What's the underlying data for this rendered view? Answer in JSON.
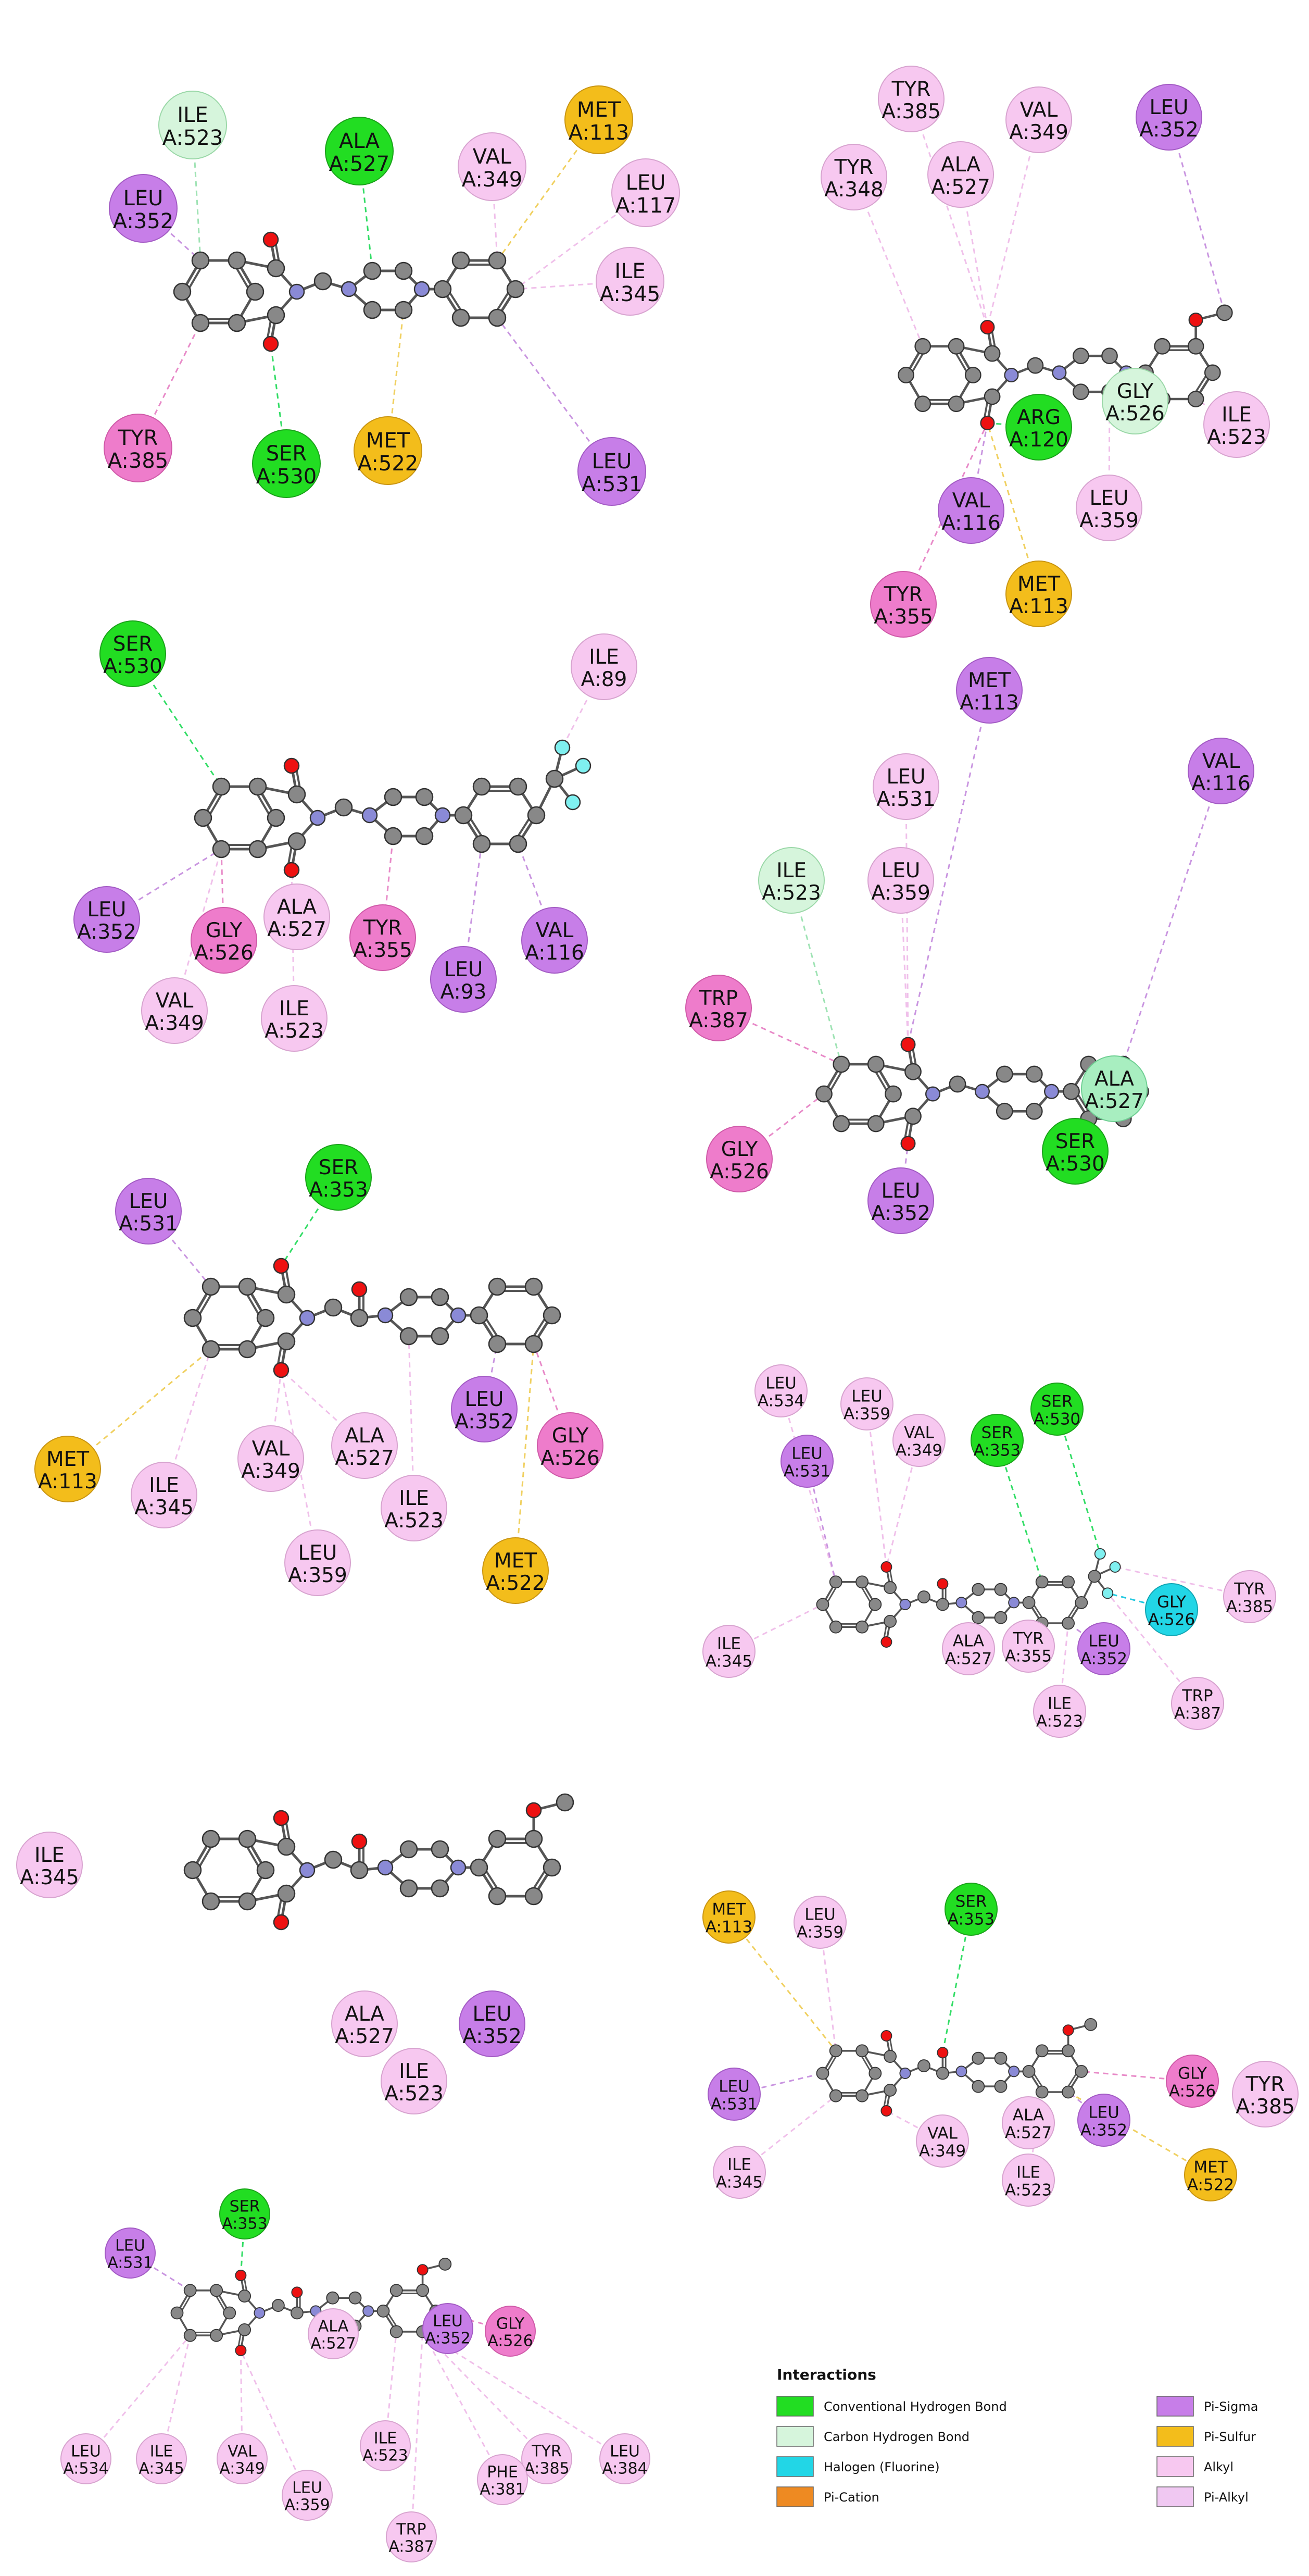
{
  "colors": {
    "Conventional Hydrogen Bond": "#22dd22",
    "Carbon Hydrogen Bond": "#d6f5dc",
    "Halogen (Fluorine)": "#22d6e6",
    "Pi-Cation": "#ee8a22",
    "Pi-Sigma": "#c77ee8",
    "Pi-Sulfur": "#f3bd1b",
    "Alkyl": "#f7c8f0",
    "Pi-Alkyl": "#f0a0e6",
    "Pi-Alkyl-strong": "#ee7ccb"
  },
  "legend": {
    "title": "Interactions",
    "items": [
      {
        "label": "Conventional Hydrogen Bond",
        "color": "#22dd22"
      },
      {
        "label": "Carbon Hydrogen Bond",
        "color": "#d6f5dc"
      },
      {
        "label": "Halogen (Fluorine)",
        "color": "#22d6e6"
      },
      {
        "label": "Pi-Cation",
        "color": "#ee8a22"
      },
      {
        "label": "Pi-Sigma",
        "color": "#c77ee8"
      },
      {
        "label": "Pi-Sulfur",
        "color": "#f3bd1b"
      },
      {
        "label": "Alkyl",
        "color": "#f7c8f0"
      },
      {
        "label": "Pi-Alkyl",
        "color": "#f0c8f2"
      }
    ]
  },
  "panels": [
    {
      "residues": [
        {
          "l1": "ILE",
          "l2": "A:523",
          "type": "chb"
        },
        {
          "l1": "ALA",
          "l2": "A:527",
          "type": "hb"
        },
        {
          "l1": "VAL",
          "l2": "A:349",
          "type": "alkyl"
        },
        {
          "l1": "MET",
          "l2": "A:113",
          "type": "sulfur"
        },
        {
          "l1": "LEU",
          "l2": "A:117",
          "type": "alkyl"
        },
        {
          "l1": "LEU",
          "l2": "A:352",
          "type": "sigma"
        },
        {
          "l1": "ILE",
          "l2": "A:345",
          "type": "alkyl"
        },
        {
          "l1": "TYR",
          "l2": "A:385",
          "type": "pialkyl"
        },
        {
          "l1": "SER",
          "l2": "A:530",
          "type": "hb"
        },
        {
          "l1": "MET",
          "l2": "A:522",
          "type": "sulfur"
        },
        {
          "l1": "LEU",
          "l2": "A:531",
          "type": "sigma"
        }
      ]
    },
    {
      "residues": [
        {
          "l1": "TYR",
          "l2": "A:385",
          "type": "alkyl"
        },
        {
          "l1": "VAL",
          "l2": "A:349",
          "type": "alkyl"
        },
        {
          "l1": "LEU",
          "l2": "A:352",
          "type": "sigma"
        },
        {
          "l1": "TYR",
          "l2": "A:348",
          "type": "alkyl"
        },
        {
          "l1": "ALA",
          "l2": "A:527",
          "type": "alkyl"
        },
        {
          "l1": "GLY",
          "l2": "A:526",
          "type": "chb"
        },
        {
          "l1": "ILE",
          "l2": "A:523",
          "type": "alkyl"
        },
        {
          "l1": "ARG",
          "l2": "A:120",
          "type": "hb"
        },
        {
          "l1": "VAL",
          "l2": "A:116",
          "type": "sigma"
        },
        {
          "l1": "LEU",
          "l2": "A:359",
          "type": "alkyl"
        },
        {
          "l1": "TYR",
          "l2": "A:355",
          "type": "pialkyl"
        },
        {
          "l1": "MET",
          "l2": "A:113",
          "type": "sulfur"
        }
      ]
    },
    {
      "residues": [
        {
          "l1": "SER",
          "l2": "A:530",
          "type": "hb"
        },
        {
          "l1": "ILE",
          "l2": "A:89",
          "type": "alkyl"
        },
        {
          "l1": "LEU",
          "l2": "A:352",
          "type": "sigma"
        },
        {
          "l1": "GLY",
          "l2": "A:526",
          "type": "pialkyl"
        },
        {
          "l1": "ALA",
          "l2": "A:527",
          "type": "alkyl"
        },
        {
          "l1": "TYR",
          "l2": "A:355",
          "type": "pialkyl"
        },
        {
          "l1": "VAL",
          "l2": "A:116",
          "type": "sigma"
        },
        {
          "l1": "LEU",
          "l2": "A:93",
          "type": "sigma"
        },
        {
          "l1": "VAL",
          "l2": "A:349",
          "type": "alkyl"
        },
        {
          "l1": "ILE",
          "l2": "A:523",
          "type": "alkyl"
        }
      ]
    },
    {
      "residues": [
        {
          "l1": "MET",
          "l2": "A:113",
          "type": "sigma"
        },
        {
          "l1": "LEU",
          "l2": "A:531",
          "type": "alkyl"
        },
        {
          "l1": "VAL",
          "l2": "A:116",
          "type": "sigma"
        },
        {
          "l1": "ILE",
          "l2": "A:523",
          "type": "chb"
        },
        {
          "l1": "LEU",
          "l2": "A:359",
          "type": "alkyl"
        },
        {
          "l1": "TRP",
          "l2": "A:387",
          "type": "pialkyl"
        },
        {
          "l1": "ALA",
          "l2": "A:527",
          "type": "chb2"
        },
        {
          "l1": "SER",
          "l2": "A:530",
          "type": "hb"
        },
        {
          "l1": "GLY",
          "l2": "A:526",
          "type": "pialkyl"
        },
        {
          "l1": "LEU",
          "l2": "A:352",
          "type": "sigma"
        }
      ]
    },
    {
      "residues": [
        {
          "l1": "LEU",
          "l2": "A:531",
          "type": "sigma"
        },
        {
          "l1": "SER",
          "l2": "A:353",
          "type": "hb"
        },
        {
          "l1": "MET",
          "l2": "A:113",
          "type": "sulfur"
        },
        {
          "l1": "ALA",
          "l2": "A:527",
          "type": "alkyl"
        },
        {
          "l1": "LEU",
          "l2": "A:352",
          "type": "sigma"
        },
        {
          "l1": "GLY",
          "l2": "A:526",
          "type": "pialkyl"
        },
        {
          "l1": "ILE",
          "l2": "A:345",
          "type": "alkyl"
        },
        {
          "l1": "VAL",
          "l2": "A:349",
          "type": "alkyl"
        },
        {
          "l1": "ILE",
          "l2": "A:523",
          "type": "alkyl"
        },
        {
          "l1": "LEU",
          "l2": "A:359",
          "type": "alkyl"
        },
        {
          "l1": "MET",
          "l2": "A:522",
          "type": "sulfur"
        }
      ]
    },
    {
      "residues": [
        {
          "l1": "LEU",
          "l2": "A:534",
          "type": "alkyl"
        },
        {
          "l1": "LEU",
          "l2": "A:359",
          "type": "alkyl"
        },
        {
          "l1": "VAL",
          "l2": "A:349",
          "type": "alkyl"
        },
        {
          "l1": "SER",
          "l2": "A:353",
          "type": "hb"
        },
        {
          "l1": "SER",
          "l2": "A:530",
          "type": "hb"
        },
        {
          "l1": "LEU",
          "l2": "A:531",
          "type": "sigma"
        },
        {
          "l1": "TYR",
          "l2": "A:385",
          "type": "alkyl"
        },
        {
          "l1": "ILE",
          "l2": "A:345",
          "type": "alkyl"
        },
        {
          "l1": "ALA",
          "l2": "A:527",
          "type": "alkyl"
        },
        {
          "l1": "TYR",
          "l2": "A:355",
          "type": "alkyl"
        },
        {
          "l1": "LEU",
          "l2": "A:352",
          "type": "sigma"
        },
        {
          "l1": "GLY",
          "l2": "A:526",
          "type": "halogen"
        },
        {
          "l1": "ILE",
          "l2": "A:523",
          "type": "alkyl"
        },
        {
          "l1": "TRP",
          "l2": "A:387",
          "type": "alkyl"
        }
      ]
    },
    {
      "residues": [
        {
          "l1": "MET",
          "l2": "A:113",
          "type": "sulfur"
        },
        {
          "l1": "LEU",
          "l2": "A:359",
          "type": "alkyl"
        },
        {
          "l1": "ILE",
          "l2": "A:345",
          "type": "alkyl"
        },
        {
          "l1": "SER",
          "l2": "A:353",
          "type": "hb"
        },
        {
          "l1": "LEU",
          "l2": "A:531",
          "type": "sigma"
        },
        {
          "l1": "ALA",
          "l2": "A:527",
          "type": "alkyl"
        },
        {
          "l1": "LEU",
          "l2": "A:352",
          "type": "sigma"
        },
        {
          "l1": "GLY",
          "l2": "A:526",
          "type": "pialkyl"
        },
        {
          "l1": "VAL",
          "l2": "A:349",
          "type": "alkyl"
        },
        {
          "l1": "ILE",
          "l2": "A:523",
          "type": "alkyl"
        },
        {
          "l1": "MET",
          "l2": "A:522",
          "type": "sulfur"
        }
      ]
    },
    {
      "residues": [
        {
          "l1": "ILE",
          "l2": "A:345",
          "type": "alkyl"
        },
        {
          "l1": "ALA",
          "l2": "A:527",
          "type": "alkyl"
        },
        {
          "l1": "LEU",
          "l2": "A:352",
          "type": "sigma"
        },
        {
          "l1": "ILE",
          "l2": "A:523",
          "type": "alkyl"
        },
        {
          "l1": "TYR",
          "l2": "A:385",
          "type": "alkyl"
        }
      ]
    },
    {
      "residues": [
        {
          "l1": "SER",
          "l2": "A:353",
          "type": "hb"
        },
        {
          "l1": "LEU",
          "l2": "A:531",
          "type": "sigma"
        },
        {
          "l1": "ALA",
          "l2": "A:527",
          "type": "alkyl"
        },
        {
          "l1": "LEU",
          "l2": "A:352",
          "type": "sigma"
        },
        {
          "l1": "GLY",
          "l2": "A:526",
          "type": "pialkyl"
        },
        {
          "l1": "LEU",
          "l2": "A:534",
          "type": "alkyl"
        },
        {
          "l1": "ILE",
          "l2": "A:345",
          "type": "alkyl"
        },
        {
          "l1": "VAL",
          "l2": "A:349",
          "type": "alkyl"
        },
        {
          "l1": "ILE",
          "l2": "A:523",
          "type": "alkyl"
        },
        {
          "l1": "TYR",
          "l2": "A:385",
          "type": "alkyl"
        },
        {
          "l1": "LEU",
          "l2": "A:384",
          "type": "alkyl"
        },
        {
          "l1": "LEU",
          "l2": "A:359",
          "type": "alkyl"
        },
        {
          "l1": "PHE",
          "l2": "A:381",
          "type": "alkyl"
        },
        {
          "l1": "TRP",
          "l2": "A:387",
          "type": "alkyl"
        }
      ]
    }
  ]
}
